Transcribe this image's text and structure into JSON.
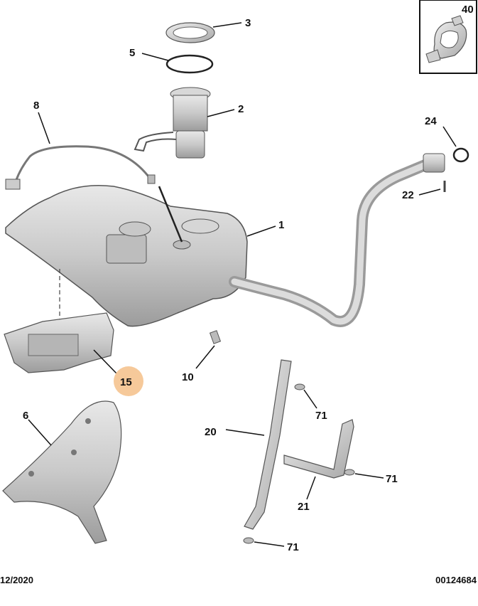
{
  "callouts": {
    "c40": "40",
    "c3": "3",
    "c5": "5",
    "c2": "2",
    "c8": "8",
    "c24": "24",
    "c22": "22",
    "c1": "1",
    "c15": "15",
    "c10": "10",
    "c6": "6",
    "c71a": "71",
    "c20": "20",
    "c71b": "71",
    "c21": "21",
    "c71c": "71"
  },
  "footer": {
    "date": "12/2020",
    "ref": "00124684"
  },
  "colors": {
    "highlight": "#f6c99a",
    "part_fill": "#d4d4d4",
    "part_stroke": "#555555",
    "line": "#111111"
  }
}
